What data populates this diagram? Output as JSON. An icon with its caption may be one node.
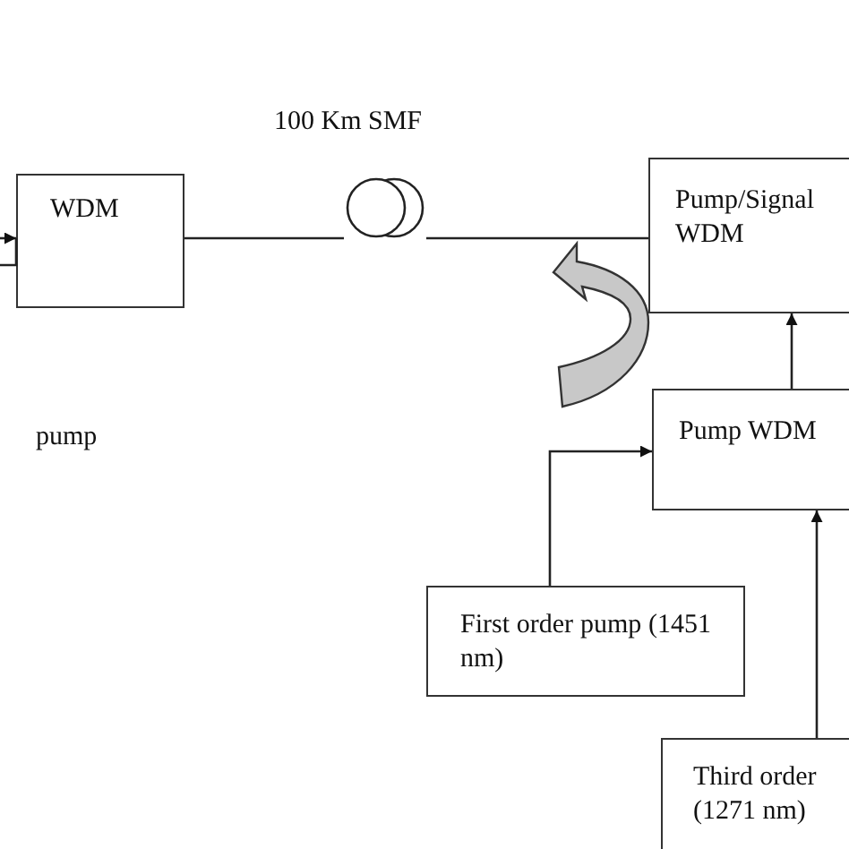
{
  "diagram": {
    "nodes": [
      {
        "text": [
          "WDM"
        ]
      },
      {
        "text": [],
        "shape": "circle"
      },
      {
        "text": [
          "Pump/Signal WDM"
        ]
      },
      {
        "text": [
          "Pump WDM"
        ]
      },
      {
        "text": [
          "First order pump (1451 nm)"
        ]
      },
      {
        "text": [
          "Third order (1271 nm)"
        ]
      }
    ],
    "edges": [
      {
        "from": null,
        "to": 0,
        "arrow": "to"
      },
      {
        "from": 0,
        "to": 1,
        "arrow": "none"
      },
      {
        "from": 1,
        "to": 2,
        "arrow": "none"
      },
      {
        "from": 3,
        "to": 2,
        "arrow": "to"
      },
      {
        "from": 4,
        "to": 3,
        "arrow": "to"
      },
      {
        "from": 5,
        "to": 3,
        "arrow": "to"
      }
    ],
    "labels": [
      "100 Km SMF",
      "pump"
    ]
  }
}
